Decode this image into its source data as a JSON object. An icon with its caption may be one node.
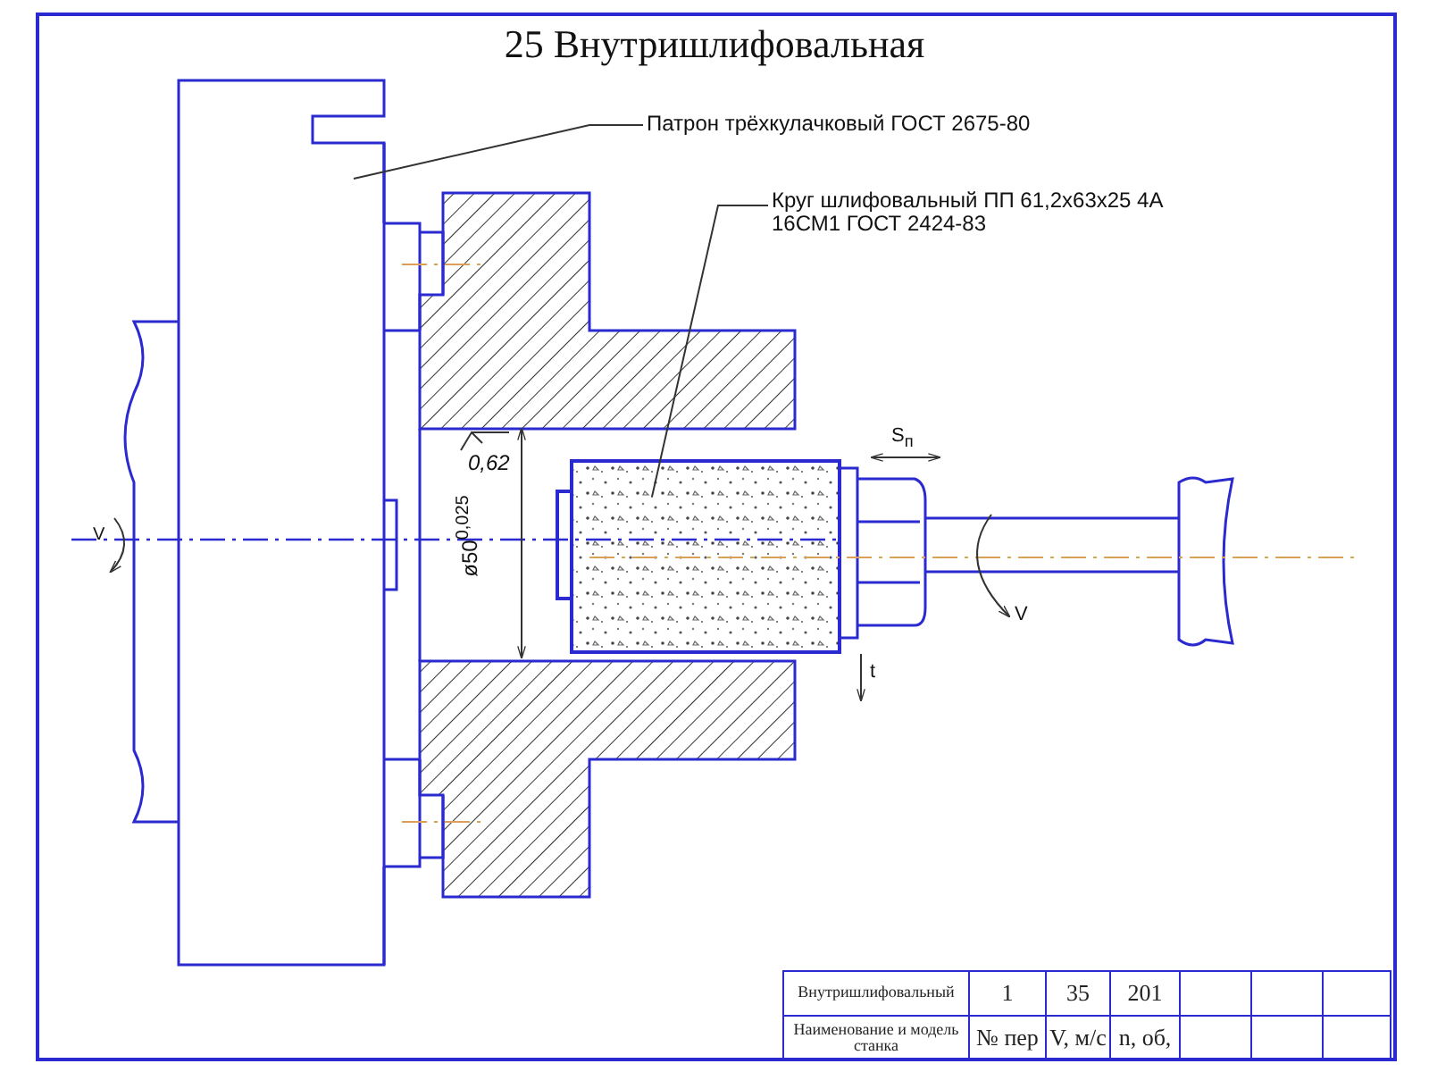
{
  "diagram": {
    "title": "25 Внутришлифовальная",
    "nodes": [
      {
        "text": [
          "Патрон трёхкулачковый ГОСТ 2675-80"
        ]
      },
      {
        "text": [],
        "shape": "picture"
      },
      {
        "text": [
          "Круг шлифовальный ПП 61,2х63х25 4А 16СМ1 ГОСТ 2424-83"
        ]
      },
      {
        "text": [],
        "shape": "box"
      }
    ],
    "edges": [
      {
        "from": 0,
        "to": 1,
        "arrow": "none"
      },
      {
        "from": 2,
        "to": 3,
        "arrow": "none"
      }
    ],
    "labels": [
      "S$_{п}$",
      "0,62",
      "V",
      "ø50$^{0,025}$",
      "V",
      "t",
      "Внутришлифовальный",
      "1",
      "35",
      "201",
      "Наименование и модель станка",
      "№ пер",
      "V, м/с",
      "n, об,"
    ]
  }
}
